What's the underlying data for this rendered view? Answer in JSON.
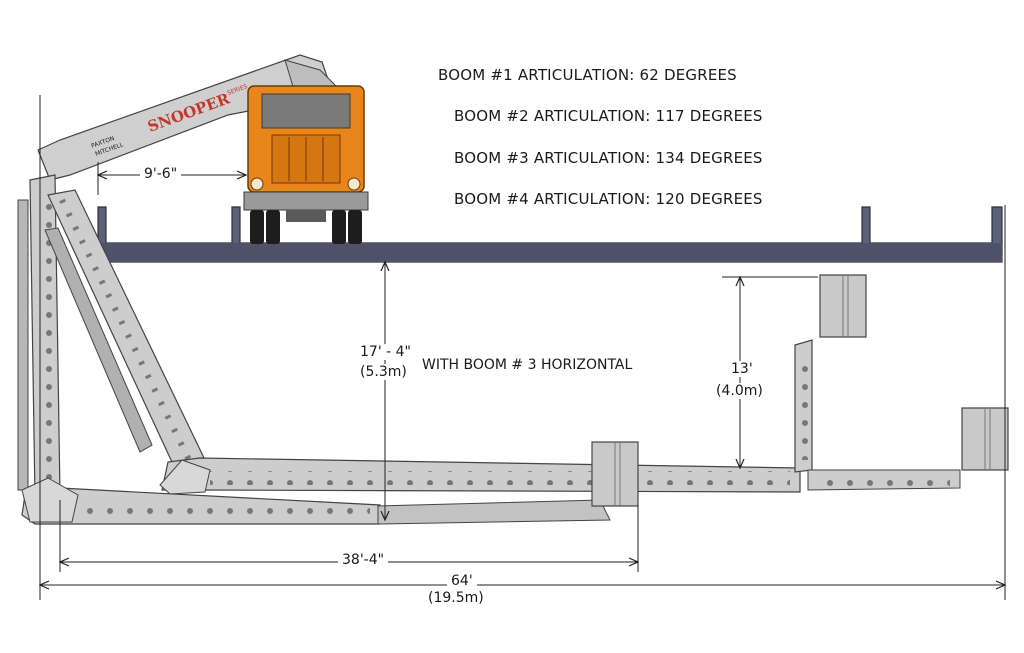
{
  "specs": {
    "boom1": "BOOM #1 ARTICULATION: 62 DEGREES",
    "boom2": "BOOM #2 ARTICULATION: 117 DEGREES",
    "boom3": "BOOM #3 ARTICULATION: 134 DEGREES",
    "boom4": "BOOM #4 ARTICULATION: 120 DEGREES"
  },
  "dimensions": {
    "reach_to_truck": "9'-6\"",
    "depth_imperial": "17' - 4\"",
    "depth_metric": "(5.3m)",
    "depth_note": "WITH BOOM # 3 HORIZONTAL",
    "vertical_imperial": "13'",
    "vertical_metric": "(4.0m)",
    "boom3_length": "38'-4\"",
    "total_imperial": "64'",
    "total_metric": "(19.5m)"
  },
  "truck": {
    "brand": "SNOOPER",
    "boom_text_1": "PAXTON",
    "boom_text_2": "MITCHELL",
    "series": "SERIES"
  },
  "colors": {
    "truck_cab": "#e8861c",
    "bridge_deck": "#5d6178",
    "boom": "#c8c8c8",
    "boom_outline": "#444444",
    "dimension_line": "#222222",
    "brand_text": "#c0392b"
  }
}
